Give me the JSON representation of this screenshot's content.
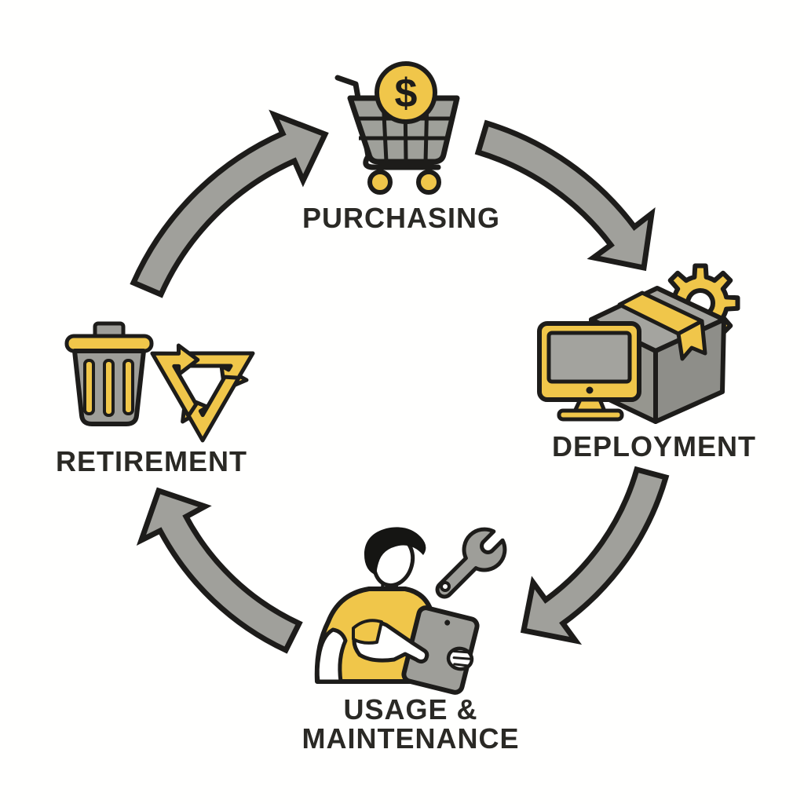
{
  "title_visible": false,
  "colors": {
    "accent_yellow": "#F0C64A",
    "arrow_gray": "#A0A09B",
    "icon_gray": "#9E9E99",
    "box_top_gray": "#A4A49F",
    "box_side_gray": "#8E8E89",
    "outline_black": "#1D1C1A",
    "label_text": "#2A2925",
    "background": "#FFFFFE"
  },
  "diagram": {
    "type": "cycle",
    "direction": "clockwise",
    "stages": [
      {
        "id": "purchasing",
        "label": "PURCHASING",
        "icon": "shopping-cart-with-dollar-coin",
        "position": "top"
      },
      {
        "id": "deployment",
        "label": "DEPLOYMENT",
        "icon": "monitor-box-gear",
        "position": "right"
      },
      {
        "id": "usage_maintenance",
        "label": "USAGE & MAINTENANCE",
        "label_lines": [
          "USAGE &",
          "MAINTENANCE"
        ],
        "icon": "person-tablet-wrench",
        "position": "bottom"
      },
      {
        "id": "retirement",
        "label": "RETIREMENT",
        "icon": "trash-can-recycle-symbol",
        "position": "left"
      }
    ],
    "arrows": [
      {
        "from": "retirement",
        "to": "purchasing"
      },
      {
        "from": "purchasing",
        "to": "deployment"
      },
      {
        "from": "deployment",
        "to": "usage_maintenance"
      },
      {
        "from": "usage_maintenance",
        "to": "retirement"
      }
    ],
    "icon_glyphs": {
      "dollar_symbol": "$"
    }
  }
}
